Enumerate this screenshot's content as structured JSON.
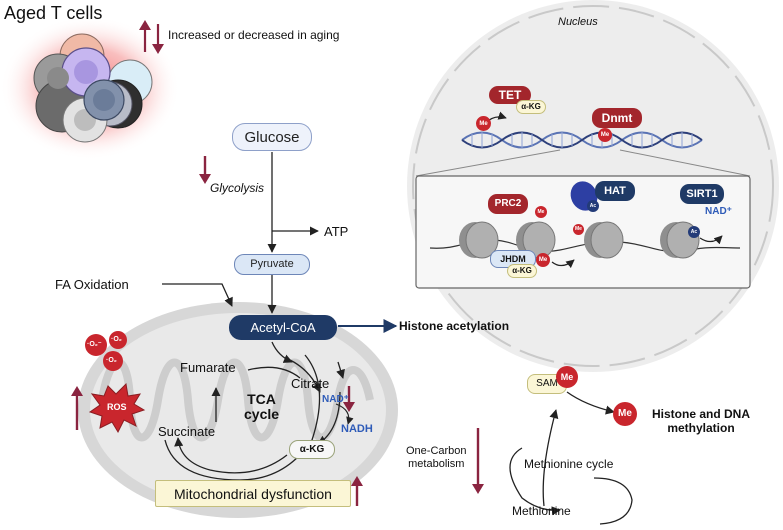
{
  "title": "Aged T cells",
  "legend": {
    "text": "Increased or decreased in aging"
  },
  "nucleus": {
    "label": "Nucleus",
    "tet": "TET",
    "akg_small": "α-KG",
    "dnmt": "Dnmt",
    "me": "Me",
    "ac": "Ac",
    "prc2": "PRC2",
    "hat": "HAT",
    "sirt1": "SIRT1",
    "nad_plus": "NAD⁺",
    "jhdm": "JHDM",
    "jhdm_akg": "α-KG"
  },
  "glycolysis": {
    "glucose": "Glucose",
    "label": "Glycolysis",
    "atp": "ATP",
    "pyruvate": "Pyruvate",
    "fa_oxidation": "FA Oxidation",
    "acetyl_coa": "Acetyl-CoA",
    "histone_acetylation": "Histone acetylation"
  },
  "tca": {
    "fumarate": "Fumarate",
    "citrate": "Citrate",
    "title": "TCA\ncycle",
    "succinate": "Succinate",
    "akg": "α-KG",
    "nad_plus": "NAD⁺",
    "nadh": "NADH",
    "ros": "ROS",
    "o2": "·O₂",
    "o2_minus": "·O₂⁻"
  },
  "mito_dysfunction": "Mitochondrial dysfunction",
  "one_carbon": {
    "label": "One-Carbon\nmetabolism",
    "sam": "SAM",
    "me": "Me",
    "methionine_cycle": "Methionine cycle",
    "methionine": "Methionine",
    "histone_dna_methylation": "Histone and DNA\nmethylation"
  },
  "colors": {
    "arrow_red": "#8a2440",
    "navy": "#1f3a66",
    "me_red": "#c9262d",
    "pyruvate_fill": "#dbe7f6",
    "mito_gray": "#d9d9d9",
    "nucleus_gray": "#ededed"
  }
}
